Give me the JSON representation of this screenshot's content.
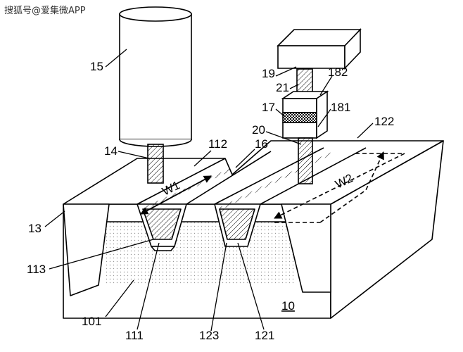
{
  "watermark": "搜狐号@爱集微APP",
  "labels": {
    "l15": "15",
    "l14": "14",
    "l112": "112",
    "l16": "16",
    "l19": "19",
    "l21": "21",
    "l182": "182",
    "l17": "17",
    "l181": "181",
    "l20": "20",
    "l122": "122",
    "l13": "13",
    "lW1": "W1",
    "lW2": "W2",
    "l113": "113",
    "l101": "101",
    "l111": "111",
    "l123": "123",
    "l121": "121",
    "l10": "10"
  },
  "colors": {
    "line": "#000000",
    "dots": "#9a9a9a",
    "fill": "#ffffff"
  }
}
